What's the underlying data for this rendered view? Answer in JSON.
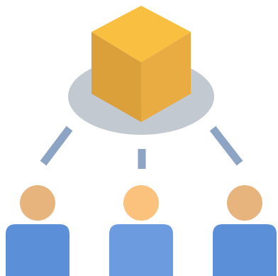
{
  "illustration": {
    "icon": "shared-package-icon",
    "colors": {
      "platform": "#c3c9d1",
      "cube_top": "#f9bf41",
      "cube_left": "#dca03b",
      "cube_right": "#e8ac42",
      "connector": "#8ea4c4",
      "head_left": "#e6b47c",
      "head_center": "#fbc27e",
      "head_right": "#e6b47c",
      "body_left": "#5b8fd8",
      "body_center": "#6d9be0",
      "body_right": "#5b8fd8"
    },
    "people": [
      {
        "id": "left"
      },
      {
        "id": "center"
      },
      {
        "id": "right"
      }
    ]
  }
}
